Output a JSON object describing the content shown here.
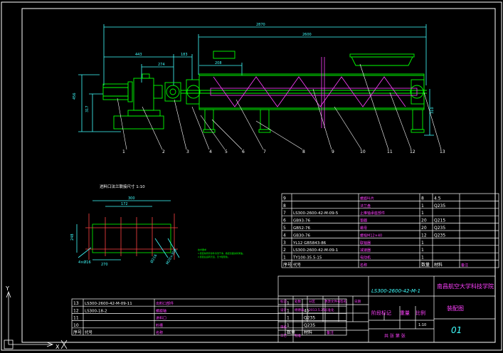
{
  "drawing": {
    "dims": {
      "overall": "2870",
      "trough": "2600",
      "d443": "443",
      "d274": "274",
      "d183": "183",
      "d208": "208",
      "h456": "456",
      "h317": "317",
      "h310": "310"
    },
    "balloons": [
      "1",
      "2",
      "3",
      "4",
      "5",
      "6",
      "7",
      "8",
      "9",
      "10",
      "11",
      "12",
      "13"
    ],
    "section_title": "进料口法兰联接尺寸 1:10",
    "section_dims": {
      "d300": "300",
      "d172": "172",
      "d270": "270",
      "d248": "248",
      "phi16": "4×Ø16",
      "phi216": "Ø216",
      "phi200": "M20×300"
    },
    "note_lines": [
      "技术要求",
      "1.装配前所有零件清洗干净，各配合面涂润滑油。",
      "2.装配后运转灵活，无卡阻现象。"
    ]
  },
  "bom_upper": {
    "rows": [
      {
        "no": "9",
        "code": "",
        "name": "螺旋叶片",
        "qty": "8",
        "mat": "4.5",
        "note": ""
      },
      {
        "no": "8",
        "code": "",
        "name": "法兰盘",
        "qty": "1",
        "mat": "Q235",
        "note": ""
      },
      {
        "no": "7",
        "code": "LS300-2600-42-M-09-5",
        "name": "止推轴承座部件",
        "qty": "1",
        "mat": "",
        "note": ""
      },
      {
        "no": "6",
        "code": "GB93-76",
        "name": "垫圈",
        "qty": "20",
        "mat": "Q215",
        "note": ""
      },
      {
        "no": "5",
        "code": "GB52-76",
        "name": "螺母",
        "qty": "20",
        "mat": "Q235",
        "note": ""
      },
      {
        "no": "4",
        "code": "GB30-76",
        "name": "螺栓M12×40",
        "qty": "12",
        "mat": "Q235",
        "note": ""
      },
      {
        "no": "3",
        "code": "YL12 GB5843-86",
        "name": "联轴器",
        "qty": "1",
        "mat": "",
        "note": ""
      },
      {
        "no": "2",
        "code": "LS300-2600-42-M-09-1",
        "name": "减速器",
        "qty": "1",
        "mat": "",
        "note": ""
      },
      {
        "no": "1",
        "code": "TY100-35.5-15",
        "name": "电动机",
        "qty": "1",
        "mat": "",
        "note": ""
      }
    ],
    "header": {
      "no": "序号",
      "code": "代号",
      "name": "名称",
      "qty": "数量",
      "mat": "材料",
      "note": "备注"
    }
  },
  "bom_lower": {
    "rows": [
      {
        "no": "13",
        "code": "LS300-2600-42-M-09-11",
        "name": "出料口部件",
        "qty": "1",
        "mat": "",
        "note": ""
      },
      {
        "no": "12",
        "code": "LS300-18-2",
        "name": "螺旋轴",
        "qty": "1",
        "mat": "45",
        "note": ""
      },
      {
        "no": "11",
        "code": "",
        "name": "进料口",
        "qty": "1",
        "mat": "Q235",
        "note": ""
      },
      {
        "no": "10",
        "code": "",
        "name": "料槽",
        "qty": "1",
        "mat": "Q235",
        "note": ""
      }
    ],
    "header": {
      "no": "序号",
      "code": "代号",
      "name": "名称",
      "qty": "数量",
      "mat": "材料",
      "note": "备注"
    }
  },
  "title_block": {
    "drawing_no": "LS300-2600-42-M-1",
    "institution": "南昌航空大学科技学院",
    "drawing_name": "装配图",
    "row1": [
      "标记",
      "处数",
      "分区",
      "更改文件号",
      "签名",
      "日期"
    ],
    "row2": [
      "设计",
      "杨德泰",
      "2013.5.25",
      "标准化"
    ],
    "stage_label": "阶段标记",
    "weight_label": "重量",
    "scale_label": "比例",
    "scale": "1:10",
    "sheet_no": "01",
    "approve": [
      "审核",
      "工艺",
      "批准"
    ],
    "sheet_info": "共 张 第 张"
  },
  "ucs": {
    "y": "Y",
    "x": "X"
  }
}
